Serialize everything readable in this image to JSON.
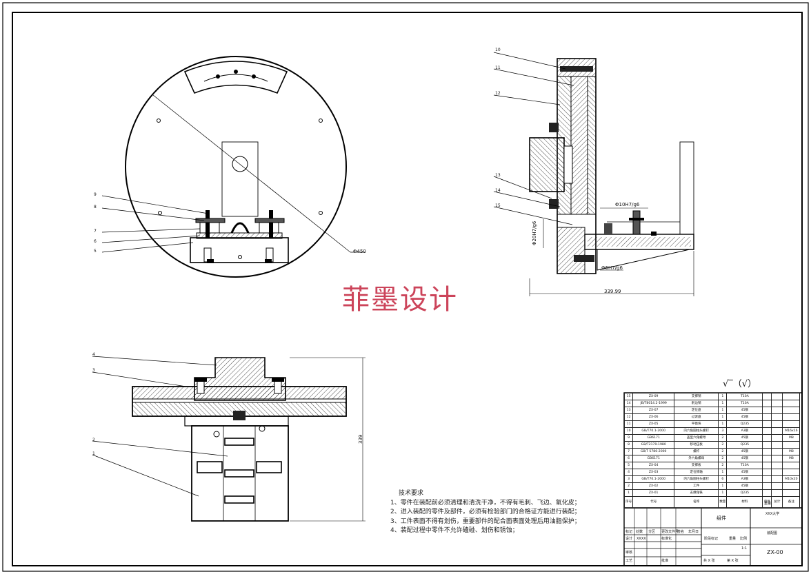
{
  "watermark": "菲墨设计",
  "surface_symbol": "√‾（√）",
  "leaders": {
    "top_left": [
      "9",
      "8",
      "7",
      "6",
      "5"
    ],
    "top_right": [
      "10",
      "11",
      "12",
      "13",
      "14",
      "15"
    ],
    "bottom_left": [
      "4",
      "3",
      "2",
      "1"
    ]
  },
  "dimensions": {
    "diameter": "Φ450",
    "fit_1": "Φ10H7/g6",
    "fit_2": "Φ20H7/g6",
    "fit_3": "Φ6H7/g6",
    "width": "339.99",
    "height": "339"
  },
  "notes": {
    "title": "技术要求",
    "items": [
      "1、零件在装配前必须清理和清洗干净，不得有毛刺、飞边、氧化皮；",
      "2、进入装配的零件及部件，必须有检验部门的合格证方能进行装配；",
      "3、工件表面不得有划伤，重要部件的配合面表面处理后用油脂保护；",
      "4、装配过程中零件不允许磕碰、划伤和锈蚀；"
    ]
  },
  "bom": {
    "rows": [
      [
        "15",
        "ZX-09",
        "支撑销",
        "1",
        "T10A",
        ""
      ],
      [
        "14",
        "JB/T8014.2-1999",
        "削边销",
        "1",
        "T10A",
        ""
      ],
      [
        "13",
        "ZX-07",
        "定位盘",
        "1",
        "45钢",
        ""
      ],
      [
        "12",
        "ZX-06",
        "过渡盘",
        "1",
        "45钢",
        ""
      ],
      [
        "11",
        "ZX-05",
        "平衡块",
        "1",
        "Q235",
        ""
      ],
      [
        "10",
        "GB/T70.1-2000",
        "内六角圆柱头螺钉",
        "3",
        "A3钢",
        "M16x16"
      ],
      [
        "9",
        "GB6171",
        "盖型六角螺母",
        "2",
        "45钢",
        "M8"
      ],
      [
        "8",
        "GB/T2179-1980",
        "移动压板",
        "2",
        "Q235",
        ""
      ],
      [
        "7",
        "GB/T 5786-2000",
        "螺杆",
        "2",
        "45钢",
        "M8"
      ],
      [
        "6",
        "GB6171",
        "外六角螺母",
        "2",
        "45钢",
        "M8"
      ],
      [
        "5",
        "ZX-04",
        "支撑板",
        "2",
        "T10A",
        ""
      ],
      [
        "4",
        "ZX-03",
        "定位销轴",
        "1",
        "45钢",
        ""
      ],
      [
        "3",
        "GB/T70.1-2000",
        "内六角圆柱头螺钉",
        "6",
        "A3钢",
        "M10x20"
      ],
      [
        "2",
        "ZX-02",
        "工件",
        "1",
        "45钢",
        ""
      ],
      [
        "1",
        "ZX-01",
        "支撑角铁",
        "1",
        "Q235",
        ""
      ]
    ],
    "header": [
      "序号",
      "代号",
      "名称",
      "数量",
      "材料",
      "单件",
      "总计",
      "备注"
    ],
    "header_sub": "重量"
  },
  "title_block": {
    "part": "组件",
    "school": "XXX大学",
    "drawing_name": "装配图",
    "code": "ZX-00",
    "scale_label": "比例",
    "scale": "1:1",
    "weight_label": "重量",
    "stage_label": "阶段标记",
    "sheet_a": "共 X 张",
    "sheet_b": "第 X 张",
    "design_label": "设计",
    "design_value": "XXXX",
    "std_label": "标准化",
    "review_label": "审核",
    "process_label": "工艺",
    "approve_label": "批准",
    "mark_label": "标记",
    "count_label": "处数",
    "zone_label": "分区",
    "doc_label": "更改文件号",
    "sign_label": "签名",
    "date_label": "年月日"
  }
}
